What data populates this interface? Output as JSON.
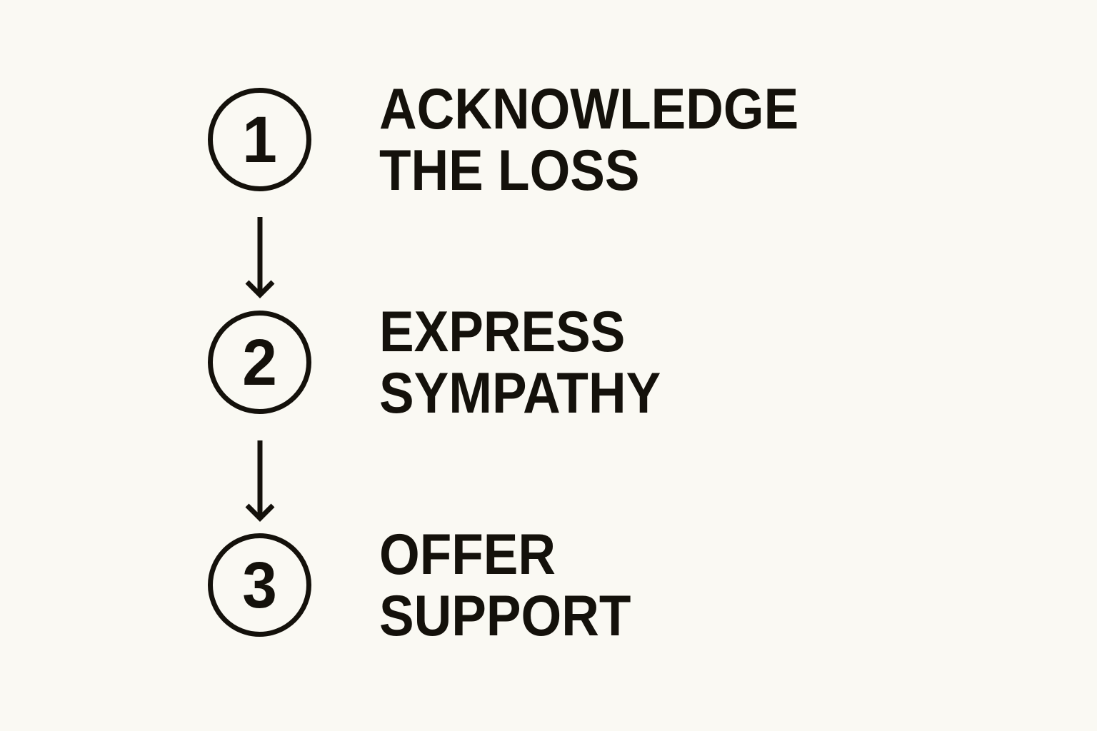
{
  "diagram": {
    "title": "",
    "type": "vertical-step-flow",
    "background_color": "#faf9f3",
    "ink_color": "#14110b",
    "connector": "down-arrow",
    "steps": [
      {
        "number": "1",
        "label_line1": "ACKNOWLEDGE",
        "label_line2": "THE LOSS"
      },
      {
        "number": "2",
        "label_line1": "EXPRESS",
        "label_line2": "SYMPATHY"
      },
      {
        "number": "3",
        "label_line1": "OFFER",
        "label_line2": "SUPPORT"
      }
    ]
  }
}
